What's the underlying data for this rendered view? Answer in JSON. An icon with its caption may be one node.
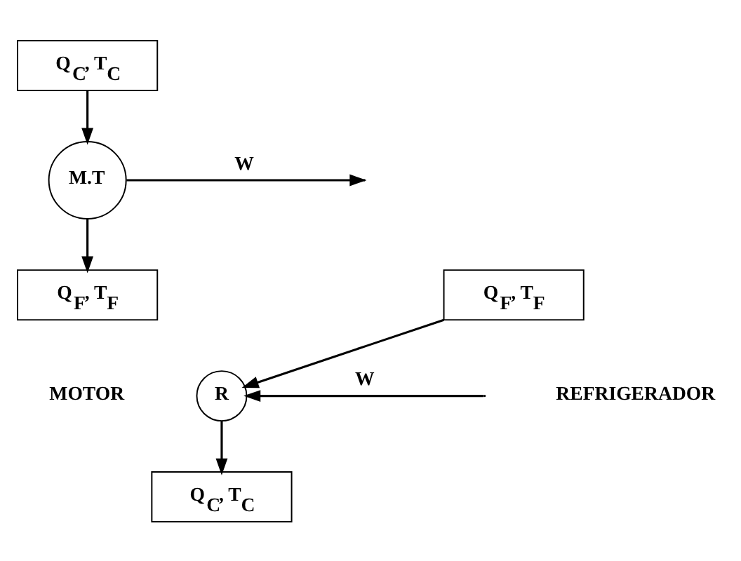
{
  "diagram": {
    "nodes": [
      {
        "text": [
          "Q$_{C}$, T$_{C}$"
        ]
      },
      {
        "text": [
          "M.T"
        ]
      },
      {
        "text": [
          "Q$_{F}$, T$_{F}$"
        ]
      },
      {
        "text": [
          "Q$_{C}$, T$_{C}$"
        ]
      },
      {
        "text": [
          "R"
        ]
      },
      {
        "text": [
          "Q$_{F}$, T$_{F}$"
        ]
      }
    ],
    "edges": [
      {
        "from": 0,
        "to": 1,
        "arrow": "to"
      },
      {
        "from": 1,
        "to": 2,
        "arrow": "to"
      },
      {
        "from": 1,
        "to": null,
        "arrow": "to",
        "label": "W"
      },
      {
        "from": null,
        "to": 4,
        "arrow": "to",
        "label": "W"
      },
      {
        "from": 5,
        "to": 4,
        "arrow": "to"
      },
      {
        "from": 4,
        "to": 3,
        "arrow": "to"
      }
    ],
    "labels": [
      "MOTOR",
      "REFRIGERADOR"
    ]
  }
}
